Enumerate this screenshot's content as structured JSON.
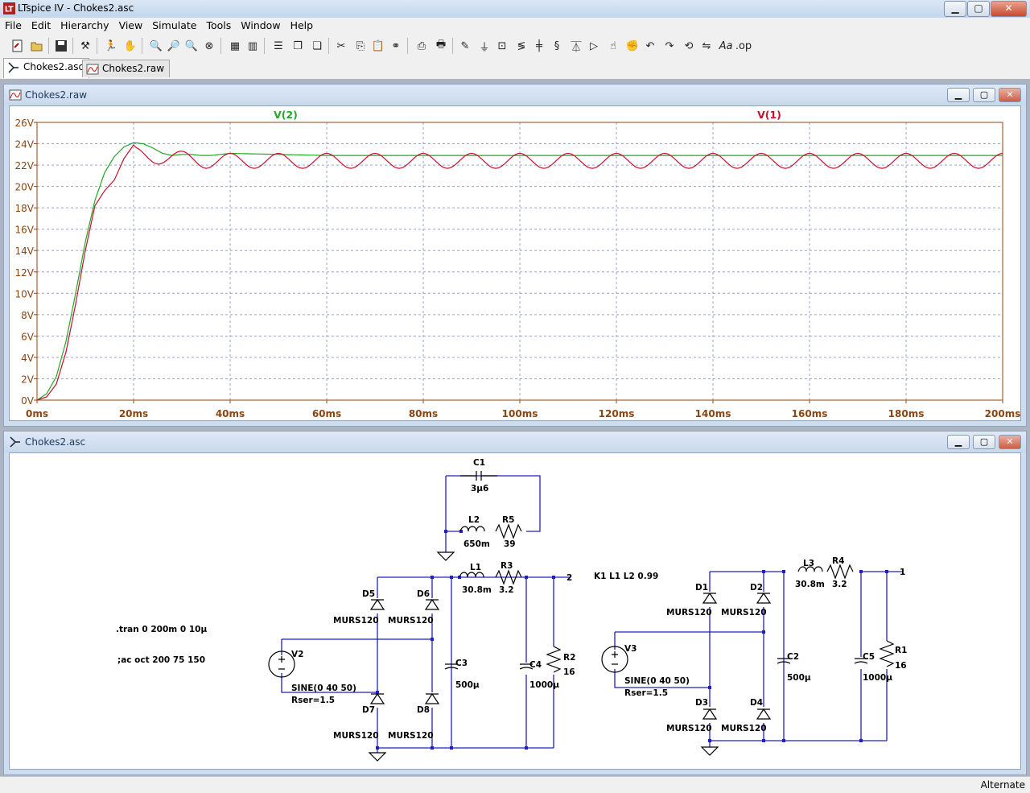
{
  "window": {
    "title": "LTspice IV - Chokes2.asc",
    "minimize": "▁",
    "maximize": "▢",
    "close": "✕"
  },
  "menu": [
    "File",
    "Edit",
    "Hierarchy",
    "View",
    "Simulate",
    "Tools",
    "Window",
    "Help"
  ],
  "tabs": [
    {
      "label": "Chokes2.asc",
      "active": true
    },
    {
      "label": "Chokes2.raw",
      "active": false
    }
  ],
  "plot_window": {
    "title": "Chokes2.raw",
    "buttons": {
      "min": "▁",
      "max": "▢",
      "close": "✕"
    }
  },
  "schematic_window": {
    "title": "Chokes2.asc",
    "buttons": {
      "min": "▁",
      "max": "▢",
      "close": "✕"
    }
  },
  "chart_data": {
    "type": "line",
    "xlabel": "",
    "ylabel": "",
    "x_ticks": [
      "0ms",
      "20ms",
      "40ms",
      "60ms",
      "80ms",
      "100ms",
      "120ms",
      "140ms",
      "160ms",
      "180ms",
      "200ms"
    ],
    "y_ticks": [
      "0V",
      "2V",
      "4V",
      "6V",
      "8V",
      "10V",
      "12V",
      "14V",
      "16V",
      "18V",
      "20V",
      "22V",
      "24V",
      "26V"
    ],
    "xlim": [
      0,
      200
    ],
    "ylim": [
      0,
      26
    ],
    "x_unit": "ms",
    "y_unit": "V",
    "grid": true,
    "series": [
      {
        "name": "V(2)",
        "color": "#22a822",
        "points": [
          [
            0,
            0
          ],
          [
            2,
            0.6
          ],
          [
            4,
            2.2
          ],
          [
            6,
            5.5
          ],
          [
            8,
            10
          ],
          [
            10,
            14.8
          ],
          [
            12,
            18.7
          ],
          [
            14,
            21.3
          ],
          [
            16,
            22.8
          ],
          [
            18,
            23.7
          ],
          [
            20,
            24.1
          ],
          [
            22,
            24
          ],
          [
            24,
            23.6
          ],
          [
            26,
            23.1
          ],
          [
            28,
            22.9
          ],
          [
            30,
            23
          ],
          [
            32,
            23
          ],
          [
            34,
            22.9
          ],
          [
            36,
            22.9
          ],
          [
            38,
            23
          ],
          [
            40,
            23.1
          ],
          [
            50,
            23
          ],
          [
            60,
            22.9
          ],
          [
            80,
            22.9
          ],
          [
            100,
            22.9
          ],
          [
            120,
            22.9
          ],
          [
            140,
            22.9
          ],
          [
            160,
            22.9
          ],
          [
            180,
            22.9
          ],
          [
            200,
            22.9
          ]
        ]
      },
      {
        "name": "V(1)",
        "color": "#c8102e",
        "ripple": {
          "start": 20,
          "period": 10,
          "max": 23.1,
          "min": 21.7
        },
        "points": [
          [
            0,
            0
          ],
          [
            2,
            0.3
          ],
          [
            4,
            1.5
          ],
          [
            6,
            4.5
          ],
          [
            8,
            9
          ],
          [
            10,
            14
          ],
          [
            12,
            18.2
          ],
          [
            14,
            19.6
          ],
          [
            16,
            20.6
          ],
          [
            18,
            22.6
          ],
          [
            20,
            23.9
          ]
        ]
      }
    ]
  },
  "schematic": {
    "directives": [
      ".tran 0 200m 0 10µ",
      ";ac oct 200 75 150",
      "K1 L1 L2 0.99"
    ],
    "left_circuit": {
      "C1": {
        "name": "C1",
        "value": "3µ6"
      },
      "L2": {
        "name": "L2",
        "value": "650m"
      },
      "R5": {
        "name": "R5",
        "value": "39"
      },
      "L1": {
        "name": "L1",
        "value": "30.8m"
      },
      "R3": {
        "name": "R3",
        "value": "3.2"
      },
      "D5": {
        "name": "D5",
        "model": "MURS120"
      },
      "D6": {
        "name": "D6",
        "model": "MURS120"
      },
      "D7": {
        "name": "D7",
        "model": "MURS120"
      },
      "D8": {
        "name": "D8",
        "model": "MURS120"
      },
      "V2": {
        "name": "V2",
        "value": "SINE(0 40 50)",
        "extra": "Rser=1.5"
      },
      "C3": {
        "name": "C3",
        "value": "500µ"
      },
      "C4": {
        "name": "C4",
        "value": "1000µ"
      },
      "R2": {
        "name": "R2",
        "value": "16"
      },
      "node": "2"
    },
    "right_circuit": {
      "L3": {
        "name": "L3",
        "value": "30.8m"
      },
      "R4": {
        "name": "R4",
        "value": "3.2"
      },
      "D1": {
        "name": "D1",
        "model": "MURS120"
      },
      "D2": {
        "name": "D2",
        "model": "MURS120"
      },
      "D3": {
        "name": "D3",
        "model": "MURS120"
      },
      "D4": {
        "name": "D4",
        "model": "MURS120"
      },
      "V3": {
        "name": "V3",
        "value": "SINE(0 40 50)",
        "extra": "Rser=1.5"
      },
      "C2": {
        "name": "C2",
        "value": "500µ"
      },
      "C5": {
        "name": "C5",
        "value": "1000µ"
      },
      "R1": {
        "name": "R1",
        "value": "16"
      },
      "node": "1"
    }
  },
  "status": {
    "mode": "Alternate"
  }
}
